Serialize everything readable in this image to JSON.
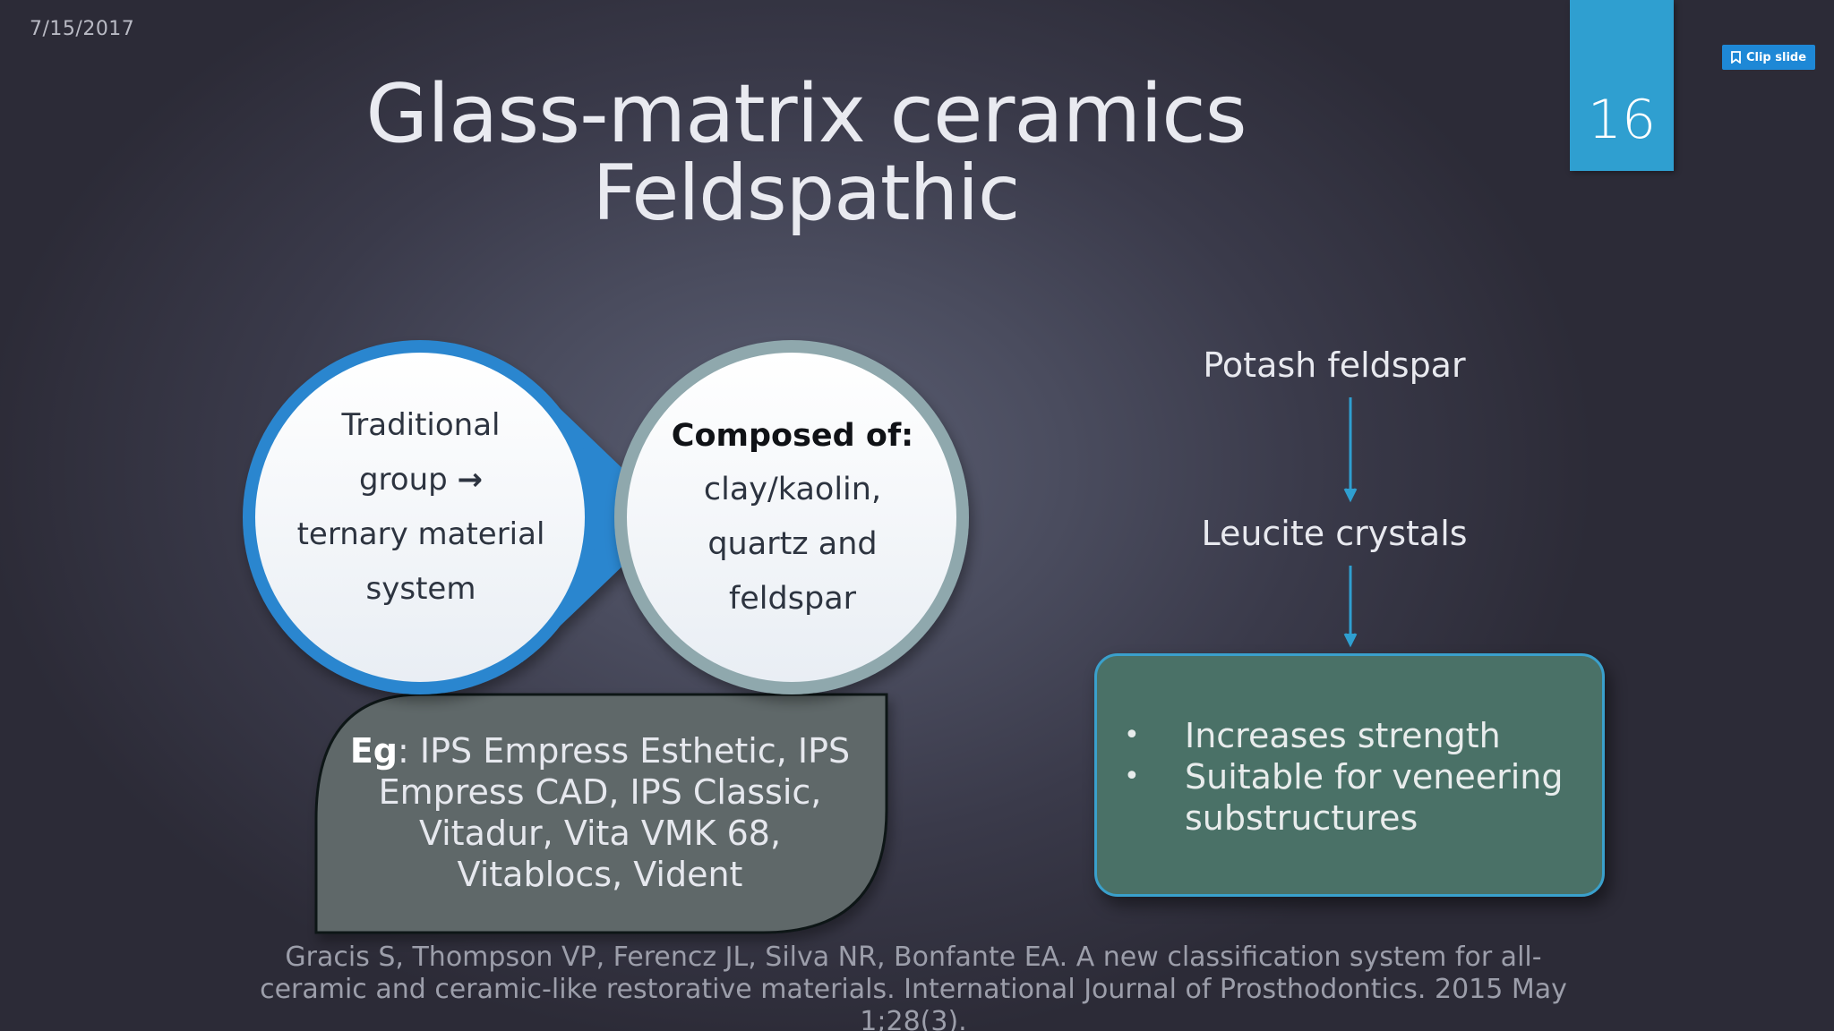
{
  "header": {
    "date": "7/15/2017",
    "slide_number": "16",
    "clip_button_label": "Clip slide"
  },
  "slide": {
    "title": "Glass-matrix ceramics",
    "subtitle": "Feldspathic"
  },
  "left_circle": {
    "line1": "Traditional",
    "line2_text": "group ",
    "line2_arrow": "→",
    "line3": "ternary material",
    "line4": "system"
  },
  "right_circle": {
    "heading": "Composed of:",
    "line1": "clay/kaolin,",
    "line2": "quartz and",
    "line3": "feldspar"
  },
  "example_box": {
    "label": "Eg",
    "text": ": IPS Empress Esthetic, IPS Empress CAD, IPS Classic, Vitadur, Vita VMK 68, Vitablocs, Vident"
  },
  "flow": {
    "top_label": "Potash feldspar",
    "middle_label": "Leucite crystals"
  },
  "bullet_box": {
    "bullet_glyph": "•",
    "items": [
      "Increases strength",
      "Suitable for  veneering substructures"
    ]
  },
  "citation": {
    "text": "Gracis S, Thompson VP, Ferencz JL, Silva NR, Bonfante EA. A new classification system for all-ceramic and ceramic-like restorative materials. International Journal of Prosthodontics. 2015 May 1;28(3)."
  },
  "colors": {
    "accent_blue": "#2f9fd0",
    "circle_blue": "#2a86cf",
    "circle_grey": "#8fa8ad",
    "example_box": "#5f6869",
    "bullet_box": "#4a7167"
  },
  "icons": {
    "clip": "clip-icon",
    "arrow": "arrow-right-icon"
  }
}
